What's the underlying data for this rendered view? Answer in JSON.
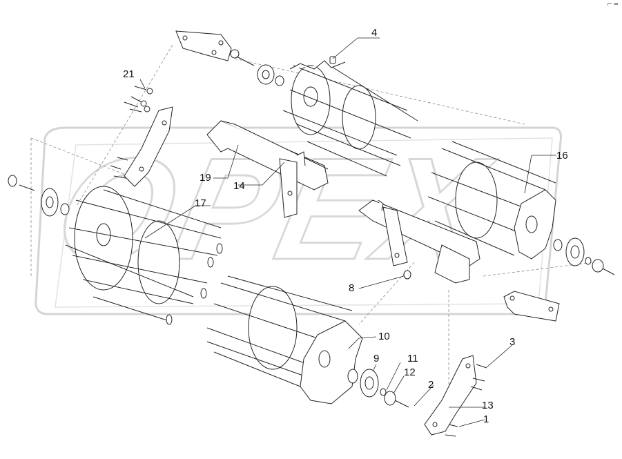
{
  "diagram": {
    "watermark": "OPEX",
    "corner_mark": "⌐ ━",
    "callouts": [
      {
        "id": "1",
        "text": "1"
      },
      {
        "id": "2",
        "text": "2"
      },
      {
        "id": "3",
        "text": "3"
      },
      {
        "id": "4",
        "text": "4"
      },
      {
        "id": "8",
        "text": "8"
      },
      {
        "id": "9",
        "text": "9"
      },
      {
        "id": "10",
        "text": "10"
      },
      {
        "id": "11",
        "text": "11"
      },
      {
        "id": "12",
        "text": "12"
      },
      {
        "id": "13",
        "text": "13"
      },
      {
        "id": "14",
        "text": "14"
      },
      {
        "id": "16",
        "text": "16"
      },
      {
        "id": "17",
        "text": "17"
      },
      {
        "id": "19",
        "text": "19"
      },
      {
        "id": "21",
        "text": "21"
      }
    ]
  }
}
